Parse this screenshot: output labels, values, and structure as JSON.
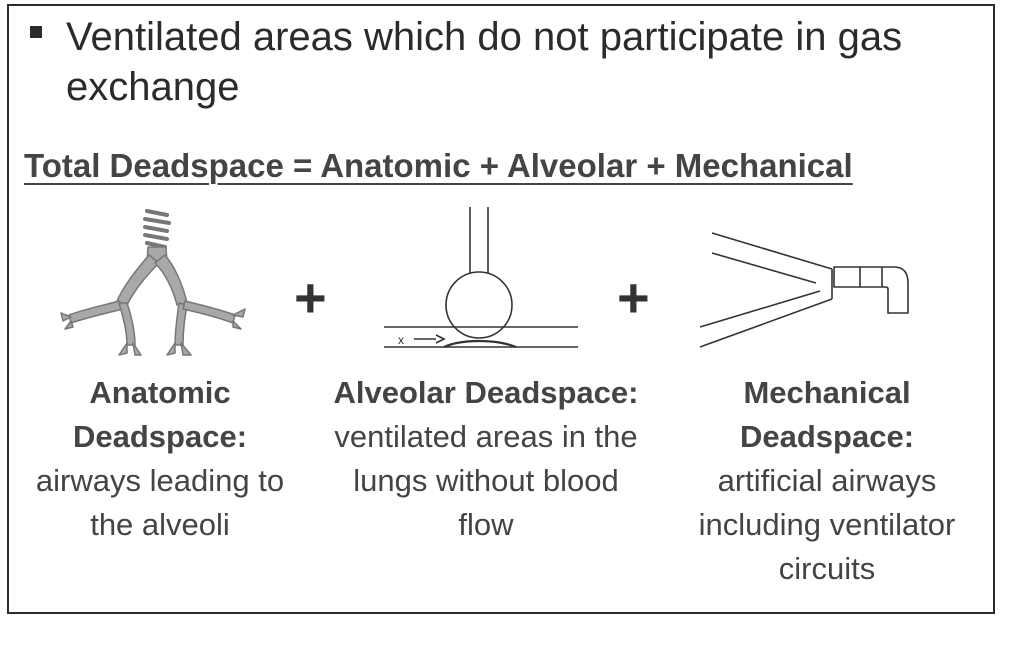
{
  "bullet": "Ventilated areas which do not participate in gas exchange",
  "equation": "Total Deadspace = Anatomic + Alveolar + Mechanical",
  "operators": {
    "plus1": "+",
    "plus2": "+"
  },
  "diagram_labels": {
    "alveolus_flow_marker": "x"
  },
  "panels": [
    {
      "title": "Anatomic Deadspace:",
      "description": "airways leading to the alveoli"
    },
    {
      "title": "Alveolar Deadspace:",
      "description": "ventilated areas in the lungs without blood flow"
    },
    {
      "title": "Mechanical Deadspace:",
      "description": "artificial airways including ventilator circuits"
    }
  ]
}
